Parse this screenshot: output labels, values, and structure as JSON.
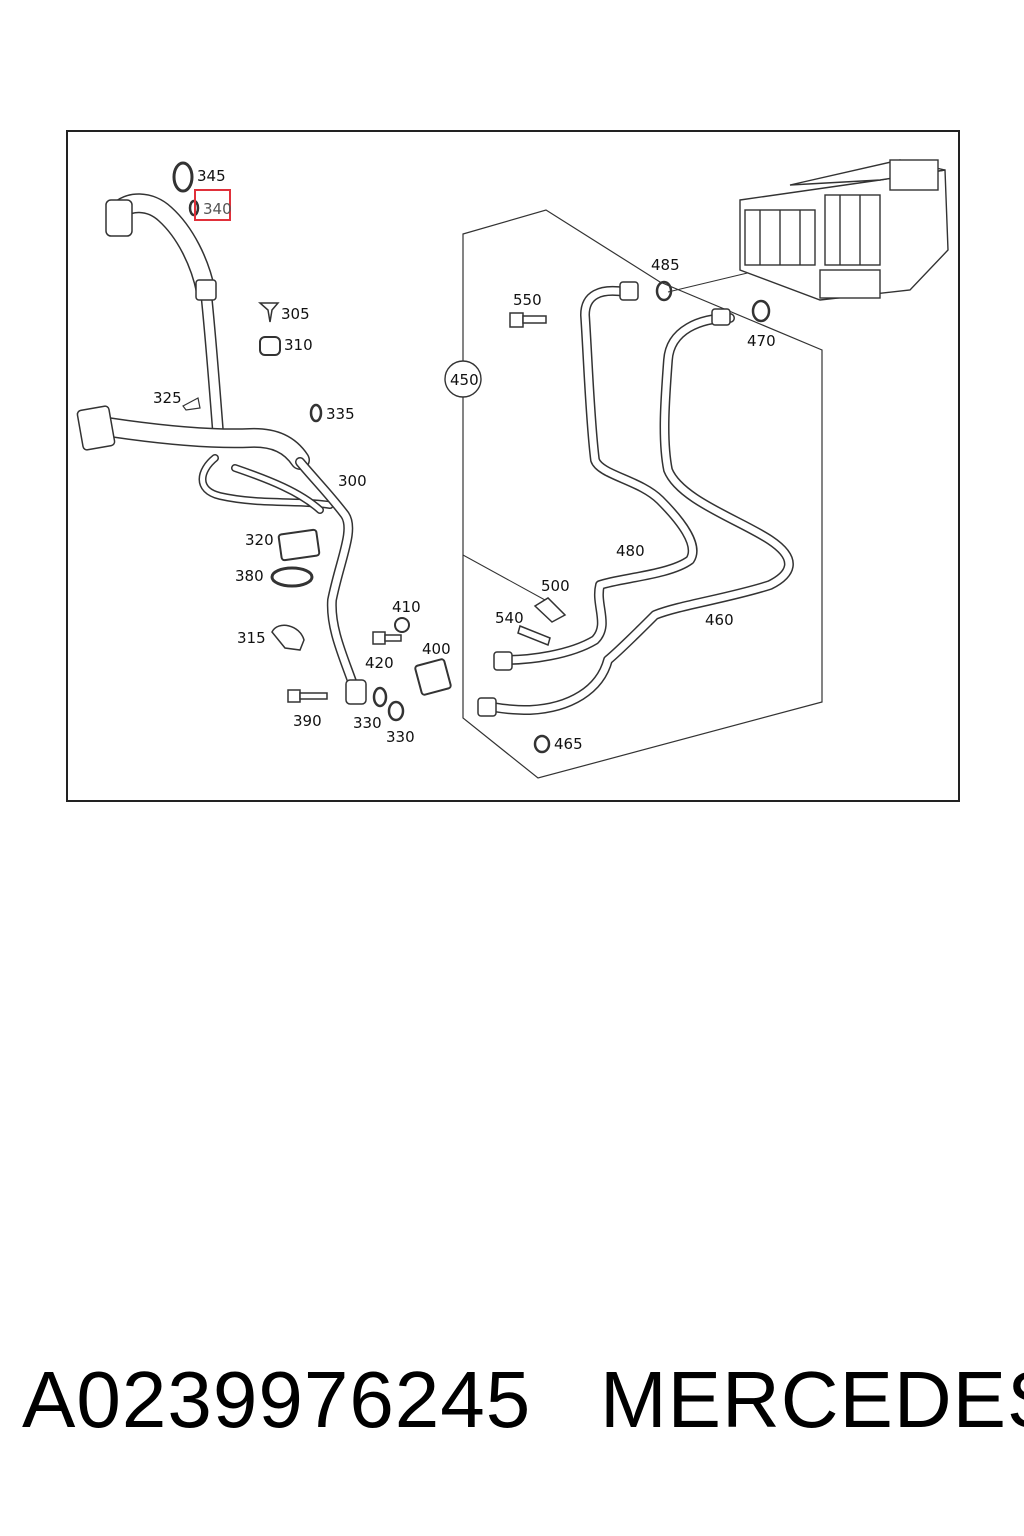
{
  "diagram": {
    "highlight_color": "#e0303a",
    "highlighted_part": "340",
    "labels": {
      "p345": "345",
      "p340": "340",
      "p305": "305",
      "p310": "310",
      "p325": "325",
      "p335": "335",
      "p300": "300",
      "p320": "320",
      "p380": "380",
      "p315": "315",
      "p410": "410",
      "p400": "400",
      "p420": "420",
      "p390": "390",
      "p330a": "330",
      "p330b": "330",
      "p450": "450",
      "p550": "550",
      "p485": "485",
      "p470": "470",
      "p480": "480",
      "p500": "500",
      "p540": "540",
      "p460": "460",
      "p465": "465"
    }
  },
  "footer": {
    "part_number": "A0239976245",
    "brand": "MERCEDES"
  }
}
